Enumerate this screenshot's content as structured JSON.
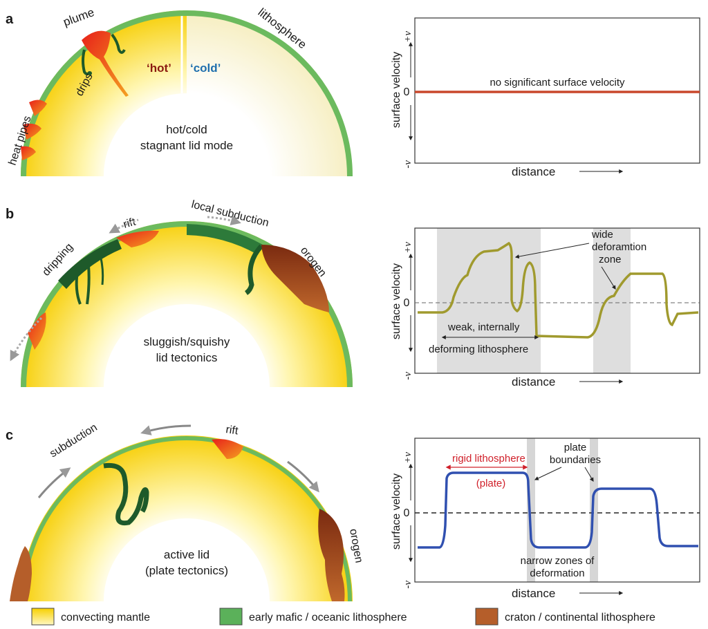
{
  "panels": {
    "a": {
      "letter": "a",
      "labels": {
        "plume": "plume",
        "drips": "drips",
        "heat_pipes": "heat pipes",
        "hot": "‘hot’",
        "cold": "‘cold’",
        "lithosphere": "lithosphere",
        "mode_line1": "hot/cold",
        "mode_line2": "stagnant lid mode"
      },
      "plot": {
        "ylabel": "surface velocity",
        "xlabel": "distance",
        "annotation": "no significant surface velocity"
      }
    },
    "b": {
      "letter": "b",
      "labels": {
        "dripping": "dripping",
        "rift": "rift",
        "local_subduction": "local subduction",
        "orogen": "orogen",
        "mode_line1": "sluggish/squishy",
        "mode_line2": "lid tectonics"
      },
      "plot": {
        "ylabel": "surface velocity",
        "xlabel": "distance",
        "annotation_wide_1": "wide",
        "annotation_wide_2": "deforamtion",
        "annotation_wide_3": "zone",
        "annotation_weak_1": "weak, internally",
        "annotation_weak_2": "deforming lithosphere"
      }
    },
    "c": {
      "letter": "c",
      "labels": {
        "subduction": "subduction",
        "rift": "rift",
        "orogen": "orogen",
        "mode_line1": "active lid",
        "mode_line2": "(plate tectonics)"
      },
      "plot": {
        "ylabel": "surface velocity",
        "xlabel": "distance",
        "annotation_rigid_1": "rigid lithosphere",
        "annotation_rigid_2": "(plate)",
        "annotation_plate_1": "plate",
        "annotation_plate_2": "boundaries",
        "annotation_narrow_1": "narrow zones of",
        "annotation_narrow_2": "deformation"
      }
    }
  },
  "axis_ticks": {
    "plus": "+ν",
    "zero": "0",
    "minus": "-ν"
  },
  "legend": [
    {
      "label": "convecting mantle",
      "color": "#f7d514"
    },
    {
      "label": "early mafic / oceanic lithosphere",
      "color": "#5bb15a"
    },
    {
      "label": "craton / continental lithosphere",
      "color": "#b55e2a"
    }
  ],
  "colors": {
    "lithosphere_green": "#6cba5e",
    "drip_green": "#1e5a2a",
    "plume_red": "#e32a1f",
    "line_a": "#c9472b",
    "line_b": "#a09a2e",
    "line_c": "#3050b0",
    "hot_text": "#8b1a10",
    "cold_text": "#1f6fae",
    "rigid_text": "#d0202a"
  }
}
